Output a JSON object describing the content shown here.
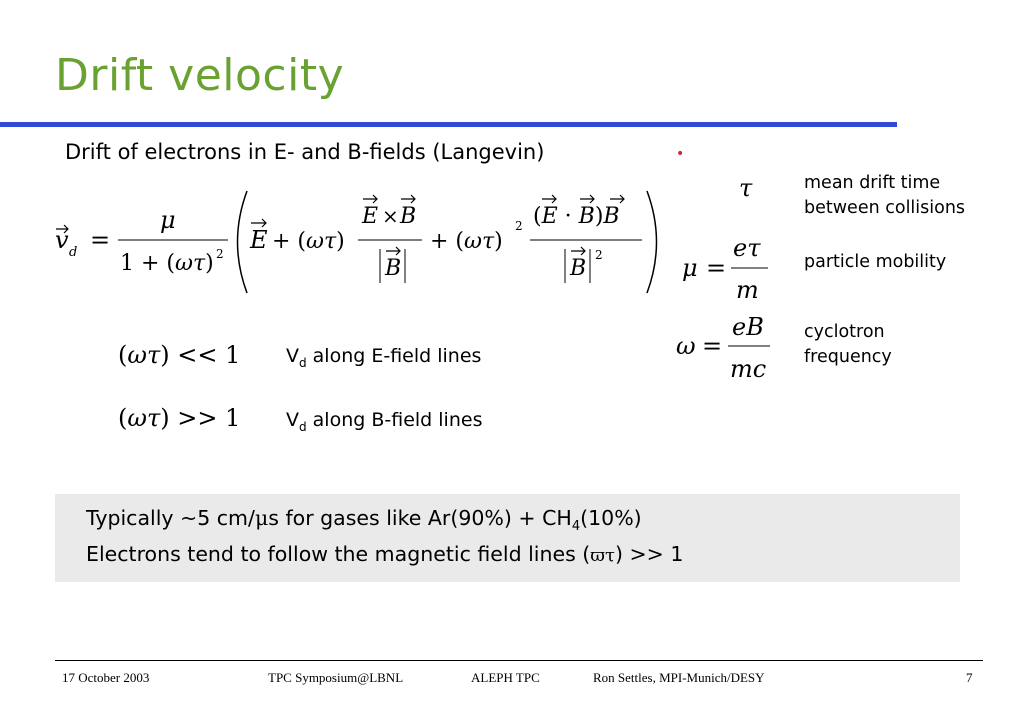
{
  "slide": {
    "title": "Drift velocity",
    "subtitle": "Drift of electrons in E- and B-fields (Langevin)",
    "bullet": "•",
    "definitions": [
      {
        "symbol": "τ",
        "label_line1": "mean drift time",
        "label_line2": "between collisions"
      },
      {
        "symbol": "μ = eτ/m",
        "label_line1": "particle mobility",
        "label_line2": ""
      },
      {
        "symbol": "ω = eB/mc",
        "label_line1": "cyclotron",
        "label_line2": "frequency"
      }
    ],
    "conditions": [
      {
        "math": "(ωτ) << 1",
        "text_main": "V",
        "text_sub": "d",
        "text_rest": " along E-field lines"
      },
      {
        "math": "(ωτ) >> 1",
        "text_main": "V",
        "text_sub": "d",
        "text_rest": " along B-field lines"
      }
    ],
    "box": {
      "line1_a": "Typically ~5 cm/",
      "line1_mu": "μ",
      "line1_b": "s for gases like Ar(90%) + CH",
      "line1_sub": "4",
      "line1_c": "(10%)",
      "line2_a": "Electrons tend to follow the magnetic field lines (",
      "line2_sym": "ϖτ",
      "line2_b": ") >> 1"
    },
    "footer": {
      "date": "17 October 2003",
      "event": "TPC Symposium@LBNL",
      "topic": "ALEPH TPC",
      "author": "Ron Settles, MPI-Munich/DESY",
      "page": "7"
    }
  },
  "colors": {
    "title": "#6aa232",
    "rule": "#2f49d9",
    "bullet": "#d6203a",
    "box": "#eaeaea"
  }
}
